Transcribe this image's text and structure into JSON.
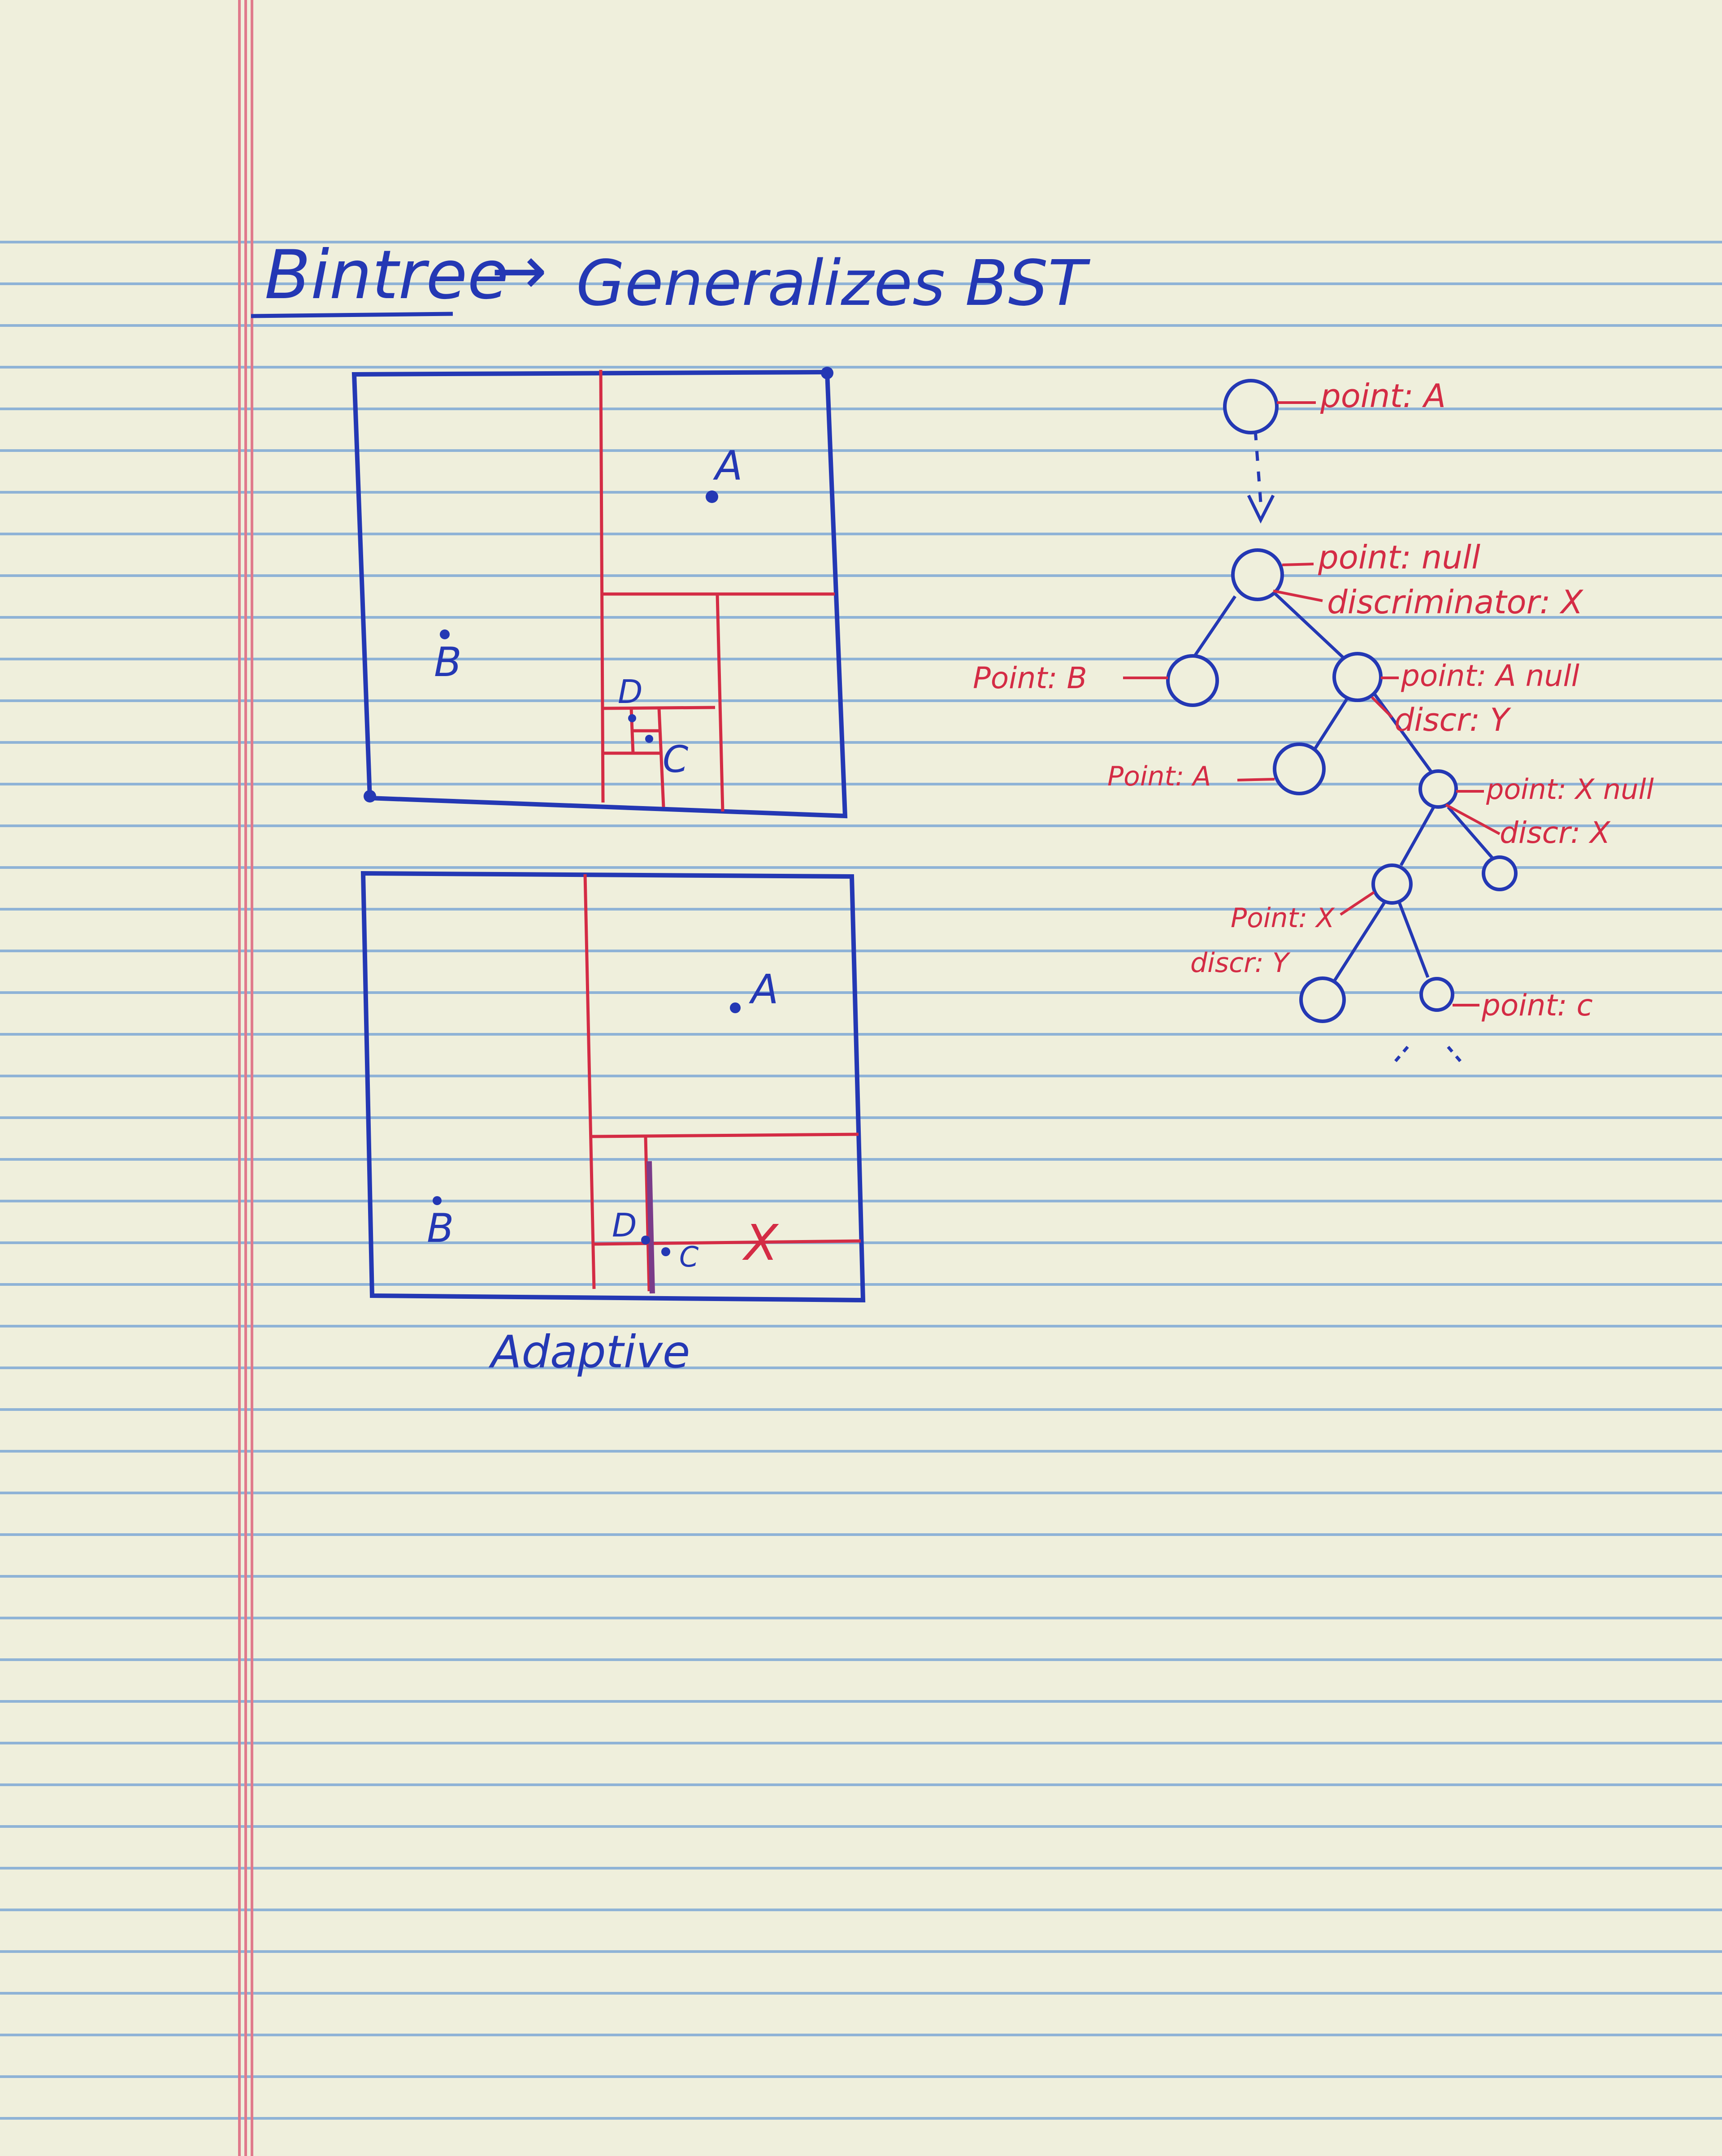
{
  "colors": {
    "paper": "#efefdc",
    "rule": "#8fb3d6",
    "margin": "#e07a8c",
    "blue": "#2438b4",
    "red": "#d42c45"
  },
  "heading": {
    "title": "Bintree",
    "arrow": "→",
    "subtitle": "Generalizes BST"
  },
  "diagram1": {
    "labels": {
      "a": "A",
      "b": "B",
      "c": "C",
      "d": "D"
    }
  },
  "diagram2": {
    "labels": {
      "a": "A",
      "b": "B",
      "c": "C",
      "d": "D",
      "x": "X"
    },
    "caption": "Adaptive"
  },
  "tree": {
    "root_note": "point: A",
    "node1_point": "point: null",
    "node1_disc": "discriminator: X",
    "left_b": "Point: B",
    "node2_point": "point: A null",
    "node2_disc": "discr: Y",
    "left_a": "Point: A",
    "node3_point": "point: X null",
    "node3_disc": "discr: X",
    "node4_point": "Point: X",
    "node4_disc": "discr: Y",
    "leaf_c": "point: c"
  }
}
